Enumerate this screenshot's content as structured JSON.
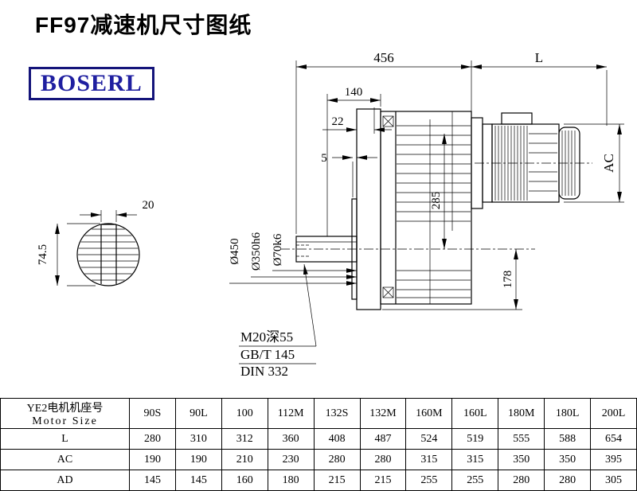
{
  "page": {
    "title": "FF97减速机尺寸图纸",
    "logo_text": "BOSERL"
  },
  "drawing": {
    "dim_456": "456",
    "dim_L": "L",
    "dim_140": "140",
    "dim_22": "22",
    "dim_5": "5",
    "dim_AC": "AC",
    "dim_285": "285",
    "dim_178": "178",
    "dim_flange_od": "Ø450",
    "dim_spigot": "Ø350h6",
    "dim_shaft": "Ø70k6",
    "dim_key_width": "20",
    "dim_key_height": "74.5",
    "note_tap": "M20深55",
    "note_gb": "GB/T 145",
    "note_din": "DIN 332"
  },
  "colors": {
    "logo_blue": "#1f1fa0",
    "line_black": "#000000"
  },
  "table": {
    "header_cn": "YE2电机机座号",
    "header_en": "Motor Size",
    "columns": [
      "90S",
      "90L",
      "100",
      "112M",
      "132S",
      "132M",
      "160M",
      "160L",
      "180M",
      "180L",
      "200L"
    ],
    "rows": [
      {
        "label": "L",
        "values": [
          "280",
          "310",
          "312",
          "360",
          "408",
          "487",
          "524",
          "519",
          "555",
          "588",
          "654"
        ]
      },
      {
        "label": "AC",
        "values": [
          "190",
          "190",
          "210",
          "230",
          "280",
          "280",
          "315",
          "315",
          "350",
          "350",
          "395"
        ]
      },
      {
        "label": "AD",
        "values": [
          "145",
          "145",
          "160",
          "180",
          "215",
          "215",
          "255",
          "255",
          "280",
          "280",
          "305"
        ]
      }
    ]
  }
}
